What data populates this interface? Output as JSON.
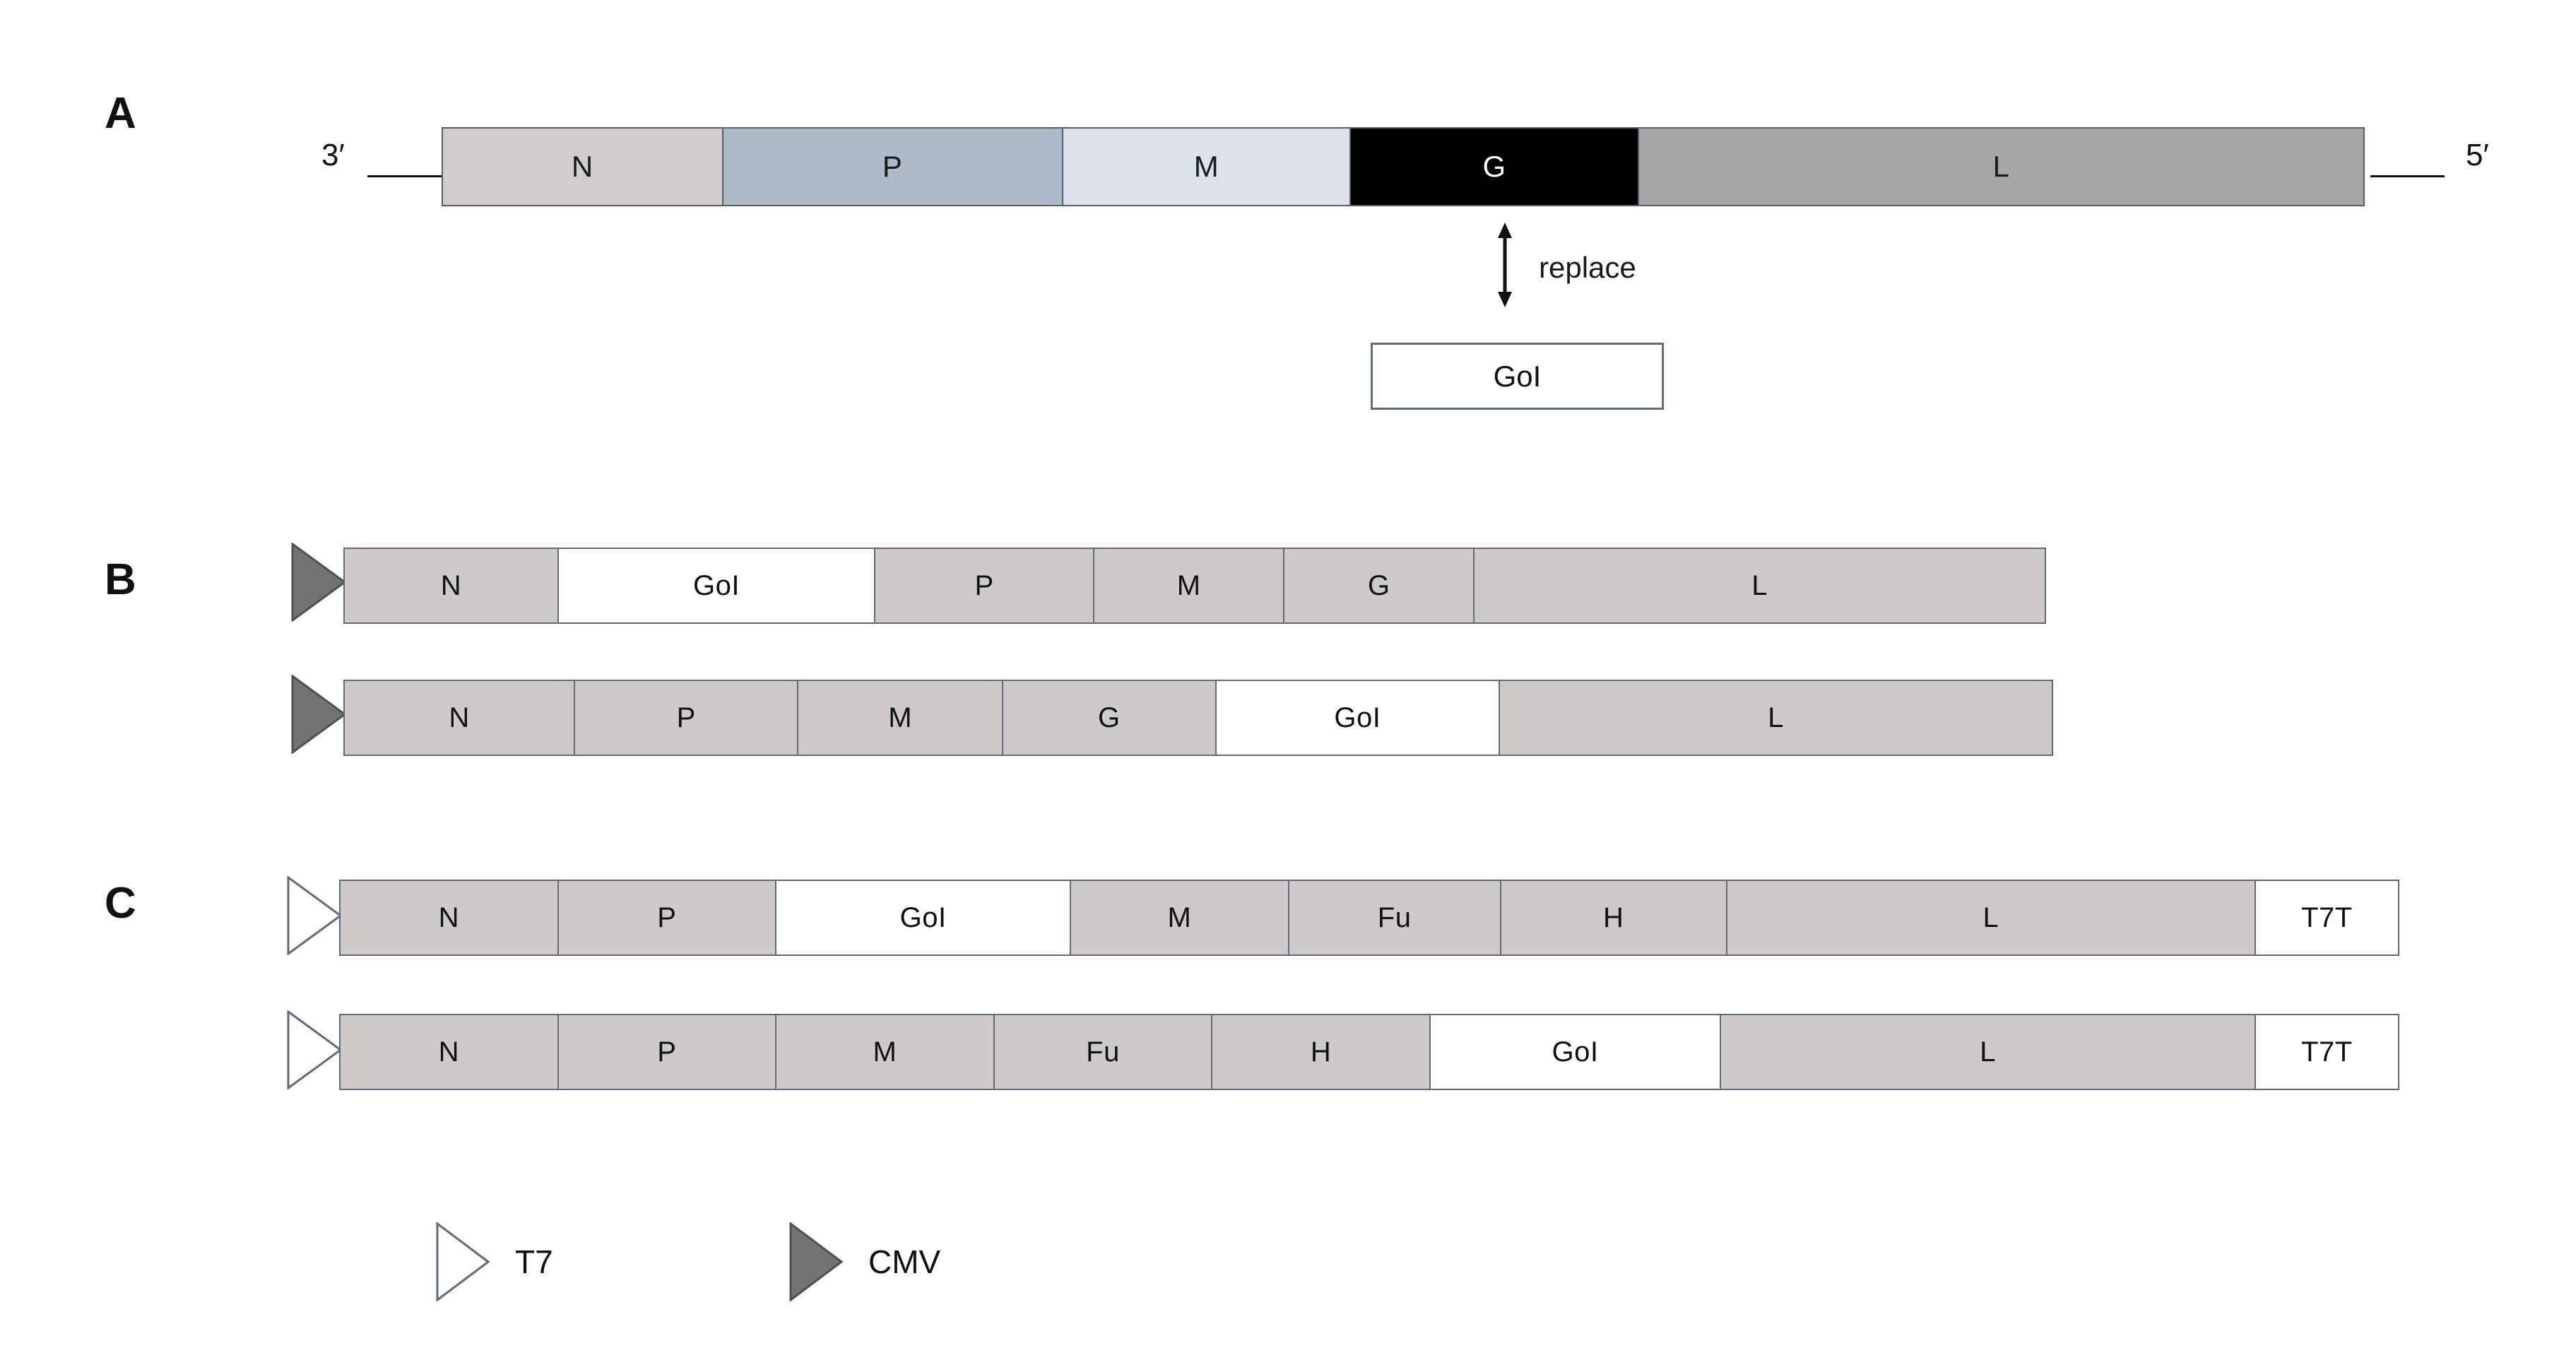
{
  "figure": {
    "panels": [
      {
        "letter": "A",
        "type": "genome-schematic",
        "end_labels": {
          "left": "3′",
          "right": "5′"
        },
        "segments": [
          {
            "label": "N",
            "color": "#d1cdcd",
            "text_color": "#1a1a1a",
            "width_pct": 14.6
          },
          {
            "label": "P",
            "color": "#aebaca",
            "text_color": "#1a1a1a",
            "width_pct": 17.7
          },
          {
            "label": "M",
            "color": "#dde1ea",
            "text_color": "#1a1a1a",
            "width_pct": 15.0
          },
          {
            "label": "G",
            "color": "#000000",
            "text_color": "#ffffff",
            "width_pct": 15.0
          },
          {
            "label": "L",
            "color": "#a6a6a6",
            "text_color": "#1a1a1a",
            "width_pct": 37.7
          }
        ],
        "replace_label": "replace",
        "insert_box_label": "GoI"
      },
      {
        "letter": "B",
        "type": "construct-list",
        "promoter": "CMV",
        "constructs": [
          {
            "name": "cmv-goi-after-n",
            "segments": [
              {
                "label": "N",
                "fill": "gray",
                "width_pct": 12.6
              },
              {
                "label": "GoI",
                "fill": "white",
                "width_pct": 18.6
              },
              {
                "label": "P",
                "fill": "gray",
                "width_pct": 12.9
              },
              {
                "label": "M",
                "fill": "gray",
                "width_pct": 11.2
              },
              {
                "label": "G",
                "fill": "gray",
                "width_pct": 11.2
              },
              {
                "label": "L",
                "fill": "gray",
                "width_pct": 33.5
              }
            ]
          },
          {
            "name": "cmv-goi-after-g",
            "segments": [
              {
                "label": "N",
                "fill": "gray",
                "width_pct": 13.5
              },
              {
                "label": "P",
                "fill": "gray",
                "width_pct": 13.1
              },
              {
                "label": "M",
                "fill": "gray",
                "width_pct": 12.0
              },
              {
                "label": "G",
                "fill": "gray",
                "width_pct": 12.5
              },
              {
                "label": "GoI",
                "fill": "white",
                "width_pct": 16.6
              },
              {
                "label": "L",
                "fill": "gray",
                "width_pct": 32.3
              }
            ]
          }
        ]
      },
      {
        "letter": "C",
        "type": "construct-list",
        "promoter": "T7",
        "terminator": "T7T",
        "constructs": [
          {
            "name": "t7-goi-after-p",
            "segments": [
              {
                "label": "N",
                "fill": "gray",
                "width_pct": 10.6
              },
              {
                "label": "P",
                "fill": "gray",
                "width_pct": 10.6
              },
              {
                "label": "GoI",
                "fill": "white",
                "width_pct": 14.3
              },
              {
                "label": "M",
                "fill": "gray",
                "width_pct": 10.6
              },
              {
                "label": "Fu",
                "fill": "gray",
                "width_pct": 10.3
              },
              {
                "label": "H",
                "fill": "gray",
                "width_pct": 11.0
              },
              {
                "label": "L",
                "fill": "gray",
                "width_pct": 25.6
              },
              {
                "label": "T7T",
                "fill": "white",
                "width_pct": 7.0
              }
            ]
          },
          {
            "name": "t7-goi-after-h",
            "segments": [
              {
                "label": "N",
                "fill": "gray",
                "width_pct": 10.6
              },
              {
                "label": "P",
                "fill": "gray",
                "width_pct": 10.6
              },
              {
                "label": "M",
                "fill": "gray",
                "width_pct": 10.6
              },
              {
                "label": "Fu",
                "fill": "gray",
                "width_pct": 10.6
              },
              {
                "label": "H",
                "fill": "gray",
                "width_pct": 10.6
              },
              {
                "label": "GoI",
                "fill": "white",
                "width_pct": 14.1
              },
              {
                "label": "L",
                "fill": "gray",
                "width_pct": 25.9
              },
              {
                "label": "T7T",
                "fill": "white",
                "width_pct": 7.0
              }
            ]
          }
        ]
      }
    ],
    "legend": [
      {
        "symbol": "promoter-triangle-outline",
        "label": "T7"
      },
      {
        "symbol": "promoter-triangle-filled",
        "label": "CMV"
      }
    ],
    "colors": {
      "segment_gray": "#cecaca",
      "segment_white": "#ffffff",
      "segment_border": "#5f6b7a",
      "cmv_fill": "#737373",
      "cmv_stroke": "#4f4f4f",
      "t7_fill": "#ffffff",
      "t7_stroke": "#5f6b7a",
      "text": "#111111"
    }
  }
}
